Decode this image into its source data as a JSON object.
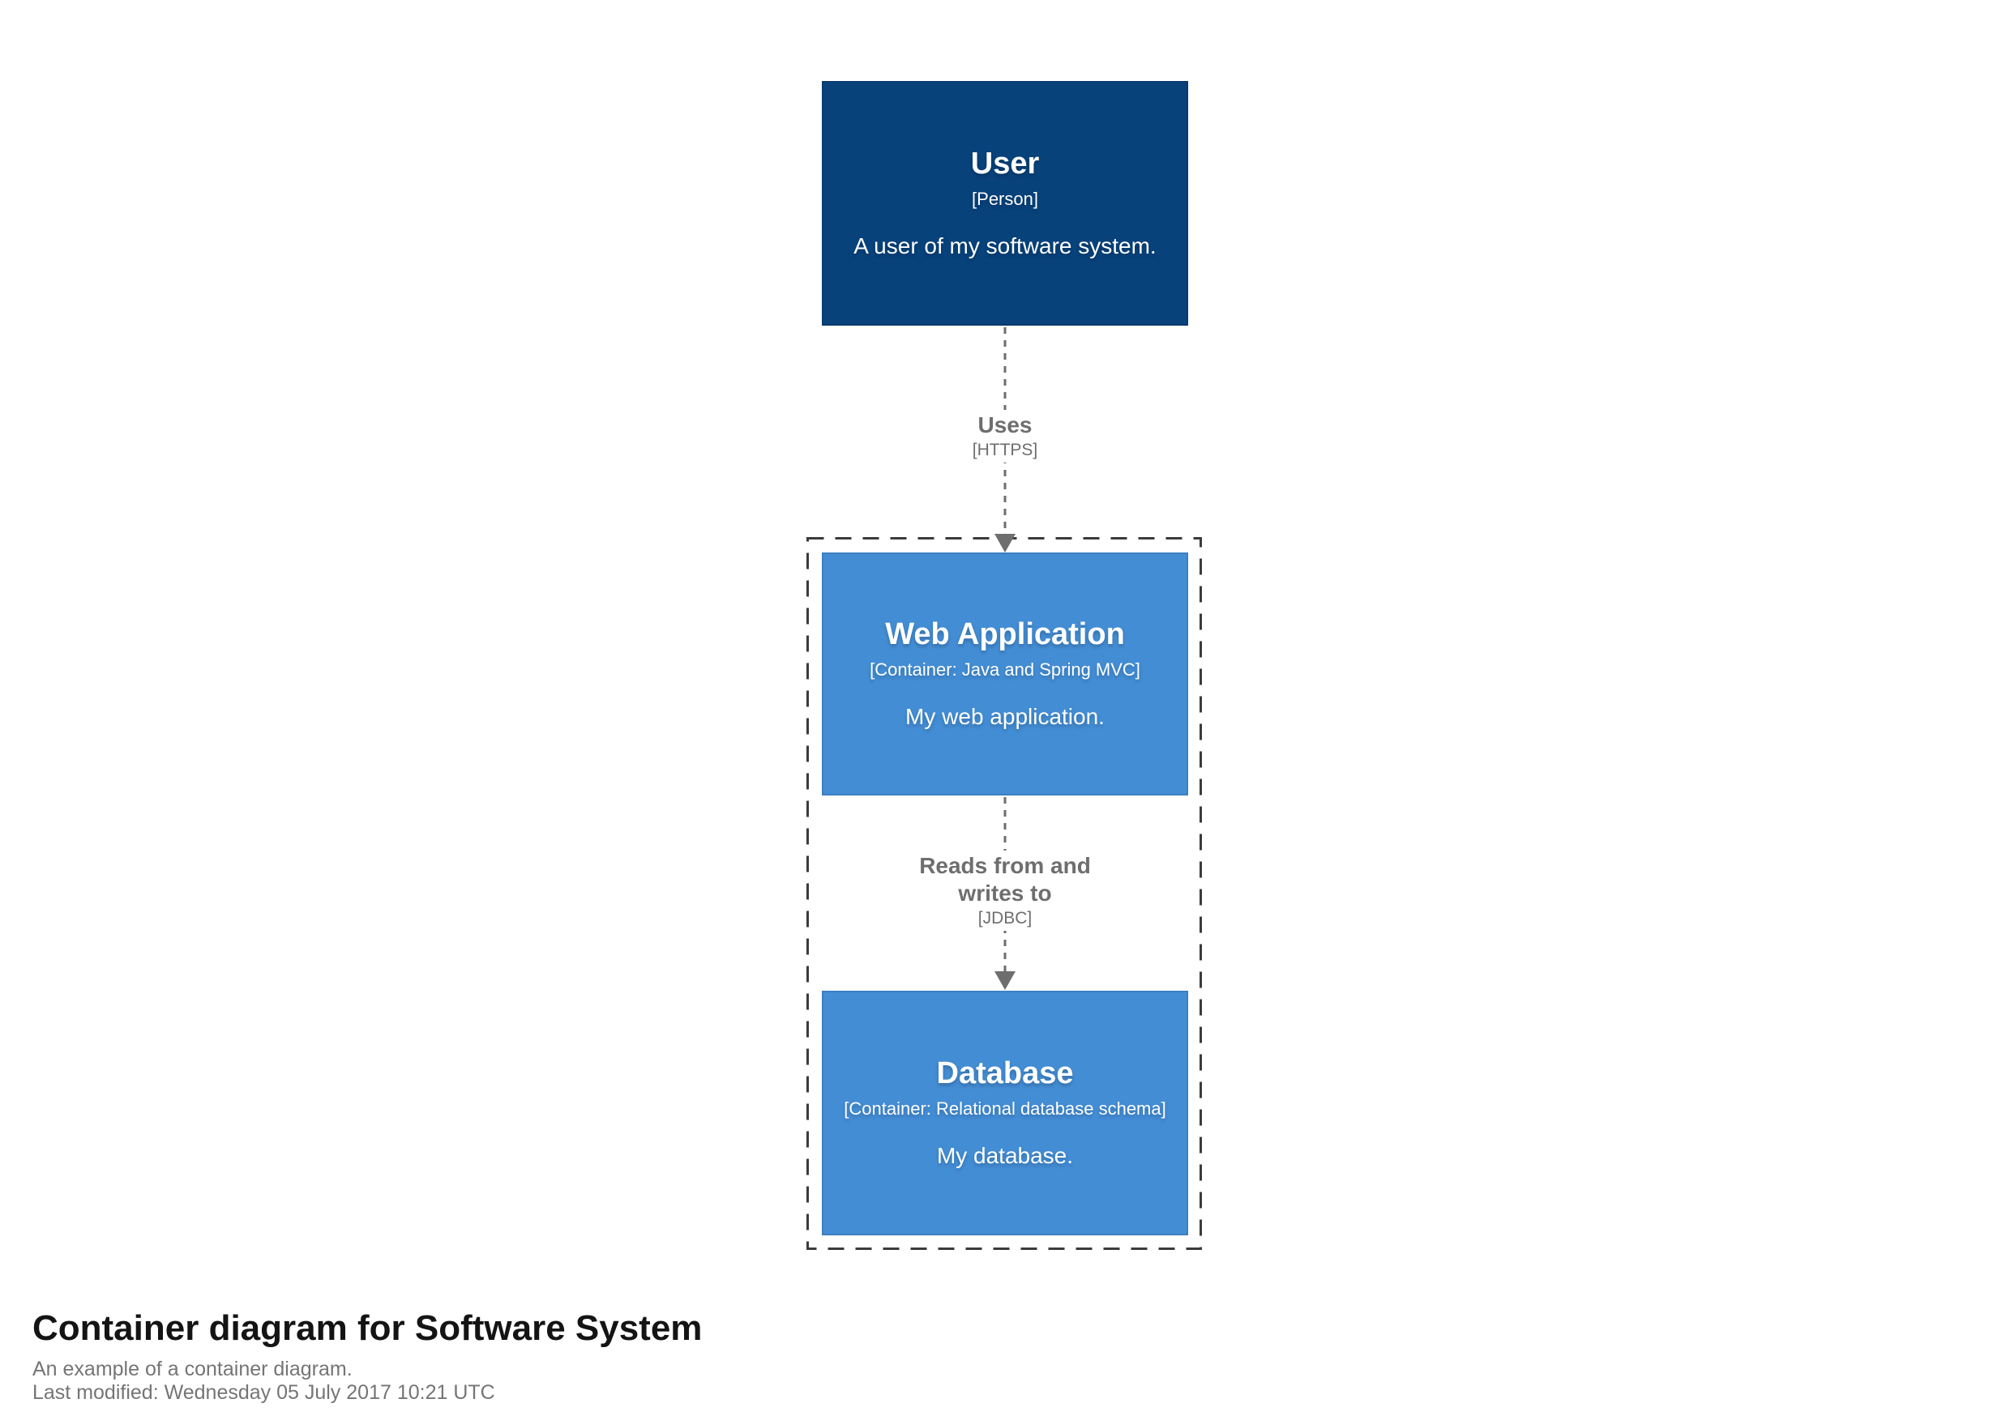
{
  "diagram": {
    "kind": "c4-container-diagram",
    "elements": {
      "user": {
        "name": "User",
        "meta": "[Person]",
        "description": "A user of my software system."
      },
      "webapp": {
        "name": "Web Application",
        "meta": "[Container: Java and Spring MVC]",
        "description": "My web application."
      },
      "database": {
        "name": "Database",
        "meta": "[Container: Relational database schema]",
        "description": "My database."
      }
    },
    "relationships": {
      "user_to_webapp": {
        "name": "Uses",
        "technology": "[HTTPS]"
      },
      "webapp_to_database": {
        "name_line1": "Reads from and",
        "name_line2": "writes to",
        "technology": "[JDBC]"
      }
    }
  },
  "footer": {
    "title": "Container diagram for Software System",
    "subtitle": "An example of a container diagram.",
    "last_modified": "Last modified: Wednesday 05 July 2017 10:21 UTC"
  },
  "colors": {
    "person_fill": "#08427B",
    "person_border": "#073B6F",
    "container_fill": "#438DD5",
    "container_border": "#3C7FC0",
    "relationship": "#6E6E6E",
    "boundary": "#3B3B3B",
    "title_color": "#141414",
    "footer_text": "#757575",
    "page_bg": "#FFFFFF"
  }
}
